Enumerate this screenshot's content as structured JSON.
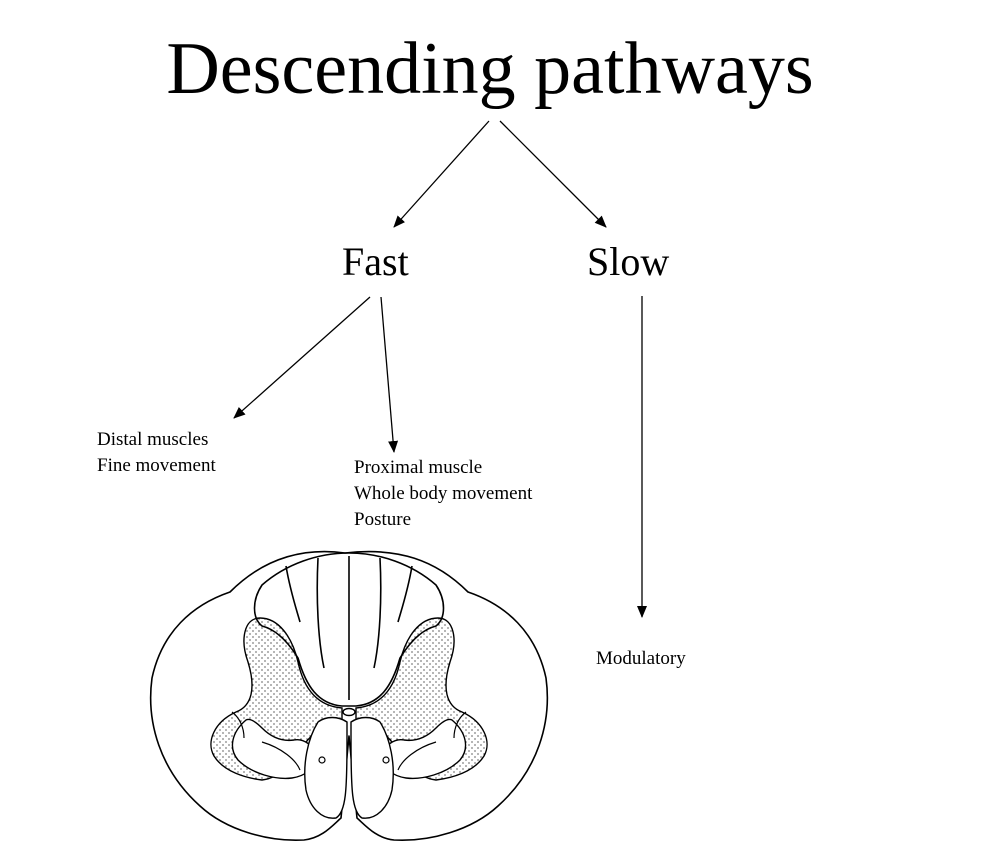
{
  "title": "Descending pathways",
  "branches": {
    "fast": "Fast",
    "slow": "Slow"
  },
  "fast_targets": {
    "distal": [
      "Distal muscles",
      "Fine movement"
    ],
    "proximal": [
      "Proximal muscle",
      "Whole body movement",
      "Posture"
    ]
  },
  "slow_target": "Modulatory",
  "illustration": "spinal-cord-cross-section",
  "colors": {
    "ink": "#000000",
    "background": "#ffffff"
  }
}
